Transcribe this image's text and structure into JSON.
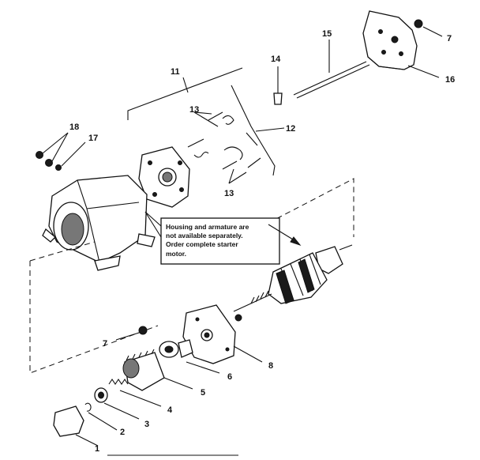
{
  "callouts": {
    "c1": "1",
    "c2": "2",
    "c3": "3",
    "c4": "4",
    "c5": "5",
    "c6": "6",
    "c7a": "7",
    "c7b": "7",
    "c8": "8",
    "c11": "11",
    "c12": "12",
    "c13a": "13",
    "c13b": "13",
    "c14": "14",
    "c15": "15",
    "c16": "16",
    "c17": "17",
    "c18": "18"
  },
  "note": {
    "line1": "Housing and armature are",
    "line2": "not available separately.",
    "line3": "Order complete starter",
    "line4": "motor."
  }
}
